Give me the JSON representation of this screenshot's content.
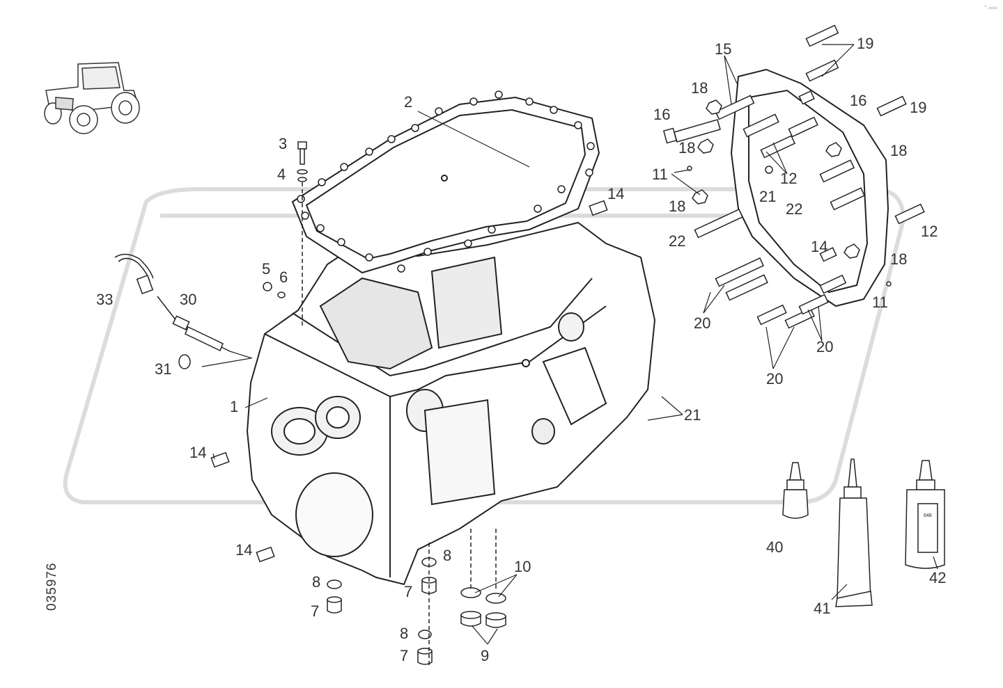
{
  "drawing_id": "035976",
  "corner_mark": "° ∞∞",
  "bottle_label": "648",
  "callouts": [
    {
      "id": "c2",
      "text": "2"
    },
    {
      "id": "c3",
      "text": "3"
    },
    {
      "id": "c4",
      "text": "4"
    },
    {
      "id": "c5",
      "text": "5"
    },
    {
      "id": "c6",
      "text": "6"
    },
    {
      "id": "c33",
      "text": "33"
    },
    {
      "id": "c30",
      "text": "30"
    },
    {
      "id": "c31",
      "text": "31"
    },
    {
      "id": "c1",
      "text": "1"
    },
    {
      "id": "c14a",
      "text": "14"
    },
    {
      "id": "c14b",
      "text": "14"
    },
    {
      "id": "c14c",
      "text": "14"
    },
    {
      "id": "c14d",
      "text": "14"
    },
    {
      "id": "c8a",
      "text": "8"
    },
    {
      "id": "c7a",
      "text": "7"
    },
    {
      "id": "c8b",
      "text": "8"
    },
    {
      "id": "c7b",
      "text": "7"
    },
    {
      "id": "c8c",
      "text": "8"
    },
    {
      "id": "c7c",
      "text": "7"
    },
    {
      "id": "c10",
      "text": "10"
    },
    {
      "id": "c9",
      "text": "9"
    },
    {
      "id": "c15",
      "text": "15"
    },
    {
      "id": "c19a",
      "text": "19"
    },
    {
      "id": "c19b",
      "text": "19"
    },
    {
      "id": "c18a",
      "text": "18"
    },
    {
      "id": "c18b",
      "text": "18"
    },
    {
      "id": "c18c",
      "text": "18"
    },
    {
      "id": "c18d",
      "text": "18"
    },
    {
      "id": "c18e",
      "text": "18"
    },
    {
      "id": "c16a",
      "text": "16"
    },
    {
      "id": "c16b",
      "text": "16"
    },
    {
      "id": "c11a",
      "text": "11"
    },
    {
      "id": "c11b",
      "text": "11"
    },
    {
      "id": "c12a",
      "text": "12"
    },
    {
      "id": "c12b",
      "text": "12"
    },
    {
      "id": "c21a",
      "text": "21"
    },
    {
      "id": "c21b",
      "text": "21"
    },
    {
      "id": "c22a",
      "text": "22"
    },
    {
      "id": "c22b",
      "text": "22"
    },
    {
      "id": "c20a",
      "text": "20"
    },
    {
      "id": "c20b",
      "text": "20"
    },
    {
      "id": "c20c",
      "text": "20"
    },
    {
      "id": "c40",
      "text": "40"
    },
    {
      "id": "c41",
      "text": "41"
    },
    {
      "id": "c42",
      "text": "42"
    }
  ]
}
